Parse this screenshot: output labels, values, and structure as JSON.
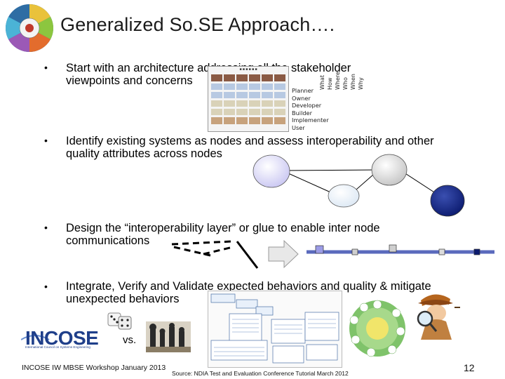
{
  "slide": {
    "title": "Generalized So.SE Approach….",
    "bullets": [
      {
        "line1": "Start with an architecture addressing all the stakeholder",
        "line2": "viewpoints and concerns"
      },
      {
        "line1": "Identify existing systems as nodes and assess interoperability and other",
        "line2": "quality attributes across nodes"
      },
      {
        "line1": "Design the “interoperability layer” or glue to enable inter node",
        "line2": "communications"
      },
      {
        "line1": "Integrate, Verify and Validate expected behaviors and quality & mitigate",
        "line2": "unexpected behaviors"
      }
    ],
    "zachman": {
      "rows": [
        "Planner",
        "Owner",
        "Developer",
        "Builder",
        "Implementer",
        "User"
      ],
      "cols": [
        "What",
        "How",
        "Where",
        "Who",
        "When",
        "Why"
      ]
    },
    "vs_label": "vs.",
    "footer_left": "INCOSE IW MBSE Workshop January 2013",
    "footer_source": "Source: NDIA Test and Evaluation Conference Tutorial March 2012",
    "page_number": "12",
    "logo_text": "INCOSE",
    "logo_subtext": "International Council on Systems Engineering",
    "colors": {
      "node1": "#e6e6fa",
      "node2": "#f0f8ff",
      "node3": "#dcdcdc",
      "node4": "#0b1a6e",
      "line": "#000000"
    }
  }
}
